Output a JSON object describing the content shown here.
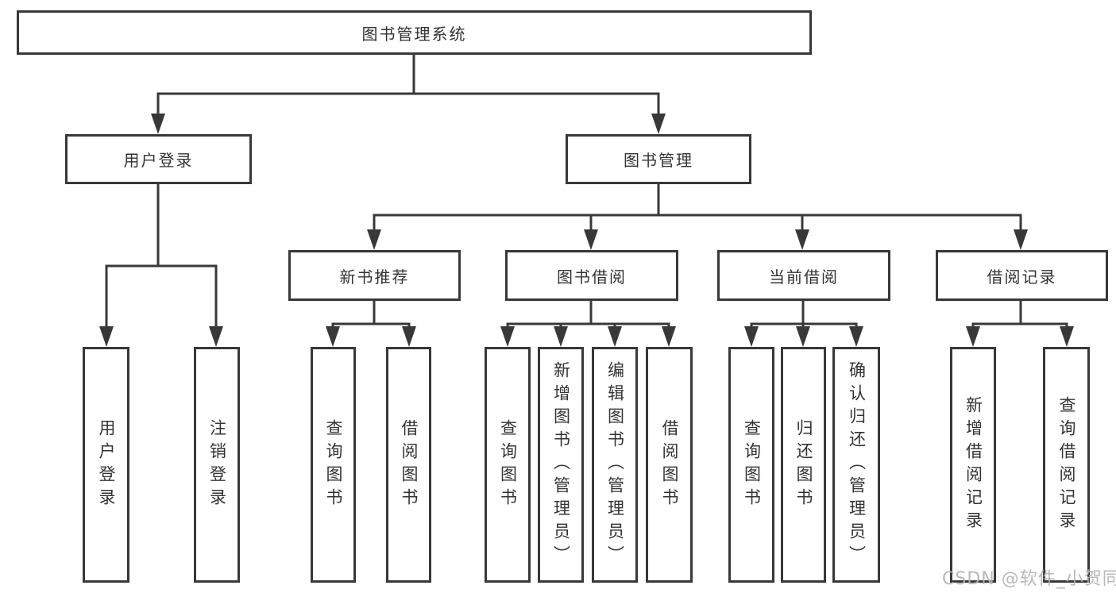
{
  "diagram": {
    "root": {
      "label": "图书管理系统"
    },
    "branches": [
      {
        "label": "用户登录",
        "children": [
          {
            "label": "用户登录"
          },
          {
            "label": "注销登录"
          }
        ]
      },
      {
        "label": "图书管理",
        "children": [
          {
            "label": "新书推荐",
            "children": [
              {
                "label": "查询图书"
              },
              {
                "label": "借阅图书"
              }
            ]
          },
          {
            "label": "图书借阅",
            "children": [
              {
                "label": "查询图书"
              },
              {
                "label": "新增图书（管理员）"
              },
              {
                "label": "编辑图书（管理员）"
              },
              {
                "label": "借阅图书"
              }
            ]
          },
          {
            "label": "当前借阅",
            "children": [
              {
                "label": "查询图书"
              },
              {
                "label": "归还图书"
              },
              {
                "label": "确认归还（管理员）"
              }
            ]
          },
          {
            "label": "借阅记录",
            "children": [
              {
                "label": "新增借阅记录"
              },
              {
                "label": "查询借阅记录"
              }
            ]
          }
        ]
      }
    ]
  },
  "watermark": {
    "text": "CSDN @软件_小贺同学"
  },
  "colors": {
    "line": "#383838",
    "text": "#333333",
    "box_background": "#ffffff",
    "watermark": "#b2b2b2"
  }
}
